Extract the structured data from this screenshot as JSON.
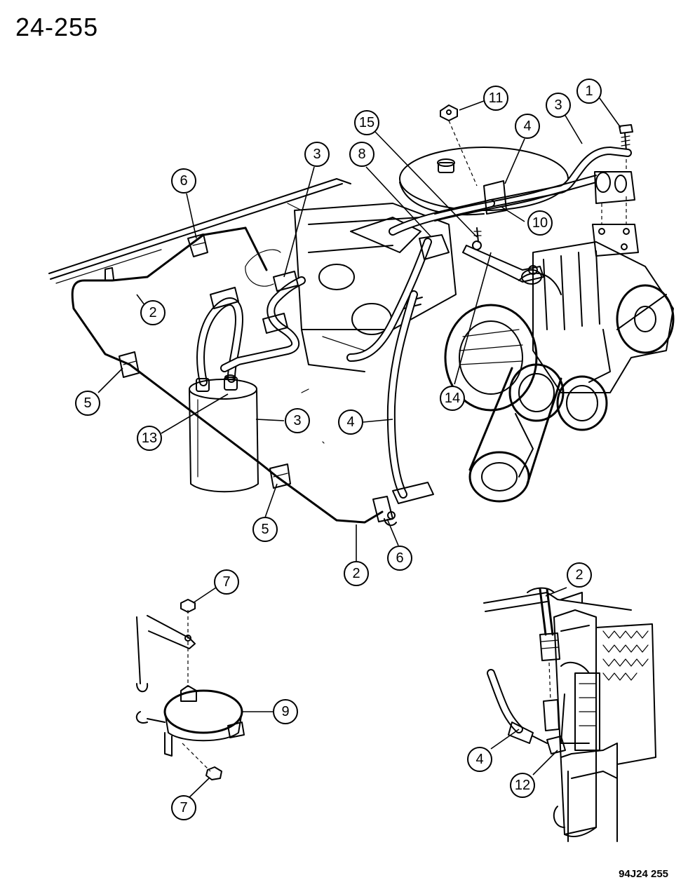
{
  "page": {
    "title": "24-255",
    "figure_code": "94J24 255"
  },
  "callouts": [
    {
      "id": "c1",
      "label": "1"
    },
    {
      "id": "c11",
      "label": "11"
    },
    {
      "id": "c3a",
      "label": "3"
    },
    {
      "id": "c4a",
      "label": "4"
    },
    {
      "id": "c15",
      "label": "15"
    },
    {
      "id": "c8",
      "label": "8"
    },
    {
      "id": "c3b",
      "label": "3"
    },
    {
      "id": "c6a",
      "label": "6"
    },
    {
      "id": "c10",
      "label": "10"
    },
    {
      "id": "c2a",
      "label": "2"
    },
    {
      "id": "c5a",
      "label": "5"
    },
    {
      "id": "c13",
      "label": "13"
    },
    {
      "id": "c3c",
      "label": "3"
    },
    {
      "id": "c4b",
      "label": "4"
    },
    {
      "id": "c14",
      "label": "14"
    },
    {
      "id": "c5b",
      "label": "5"
    },
    {
      "id": "c2b",
      "label": "2"
    },
    {
      "id": "c6b",
      "label": "6"
    },
    {
      "id": "c7a",
      "label": "7"
    },
    {
      "id": "c9",
      "label": "9"
    },
    {
      "id": "c7b",
      "label": "7"
    },
    {
      "id": "c2c",
      "label": "2"
    },
    {
      "id": "c4c",
      "label": "4"
    },
    {
      "id": "c12",
      "label": "12"
    }
  ]
}
